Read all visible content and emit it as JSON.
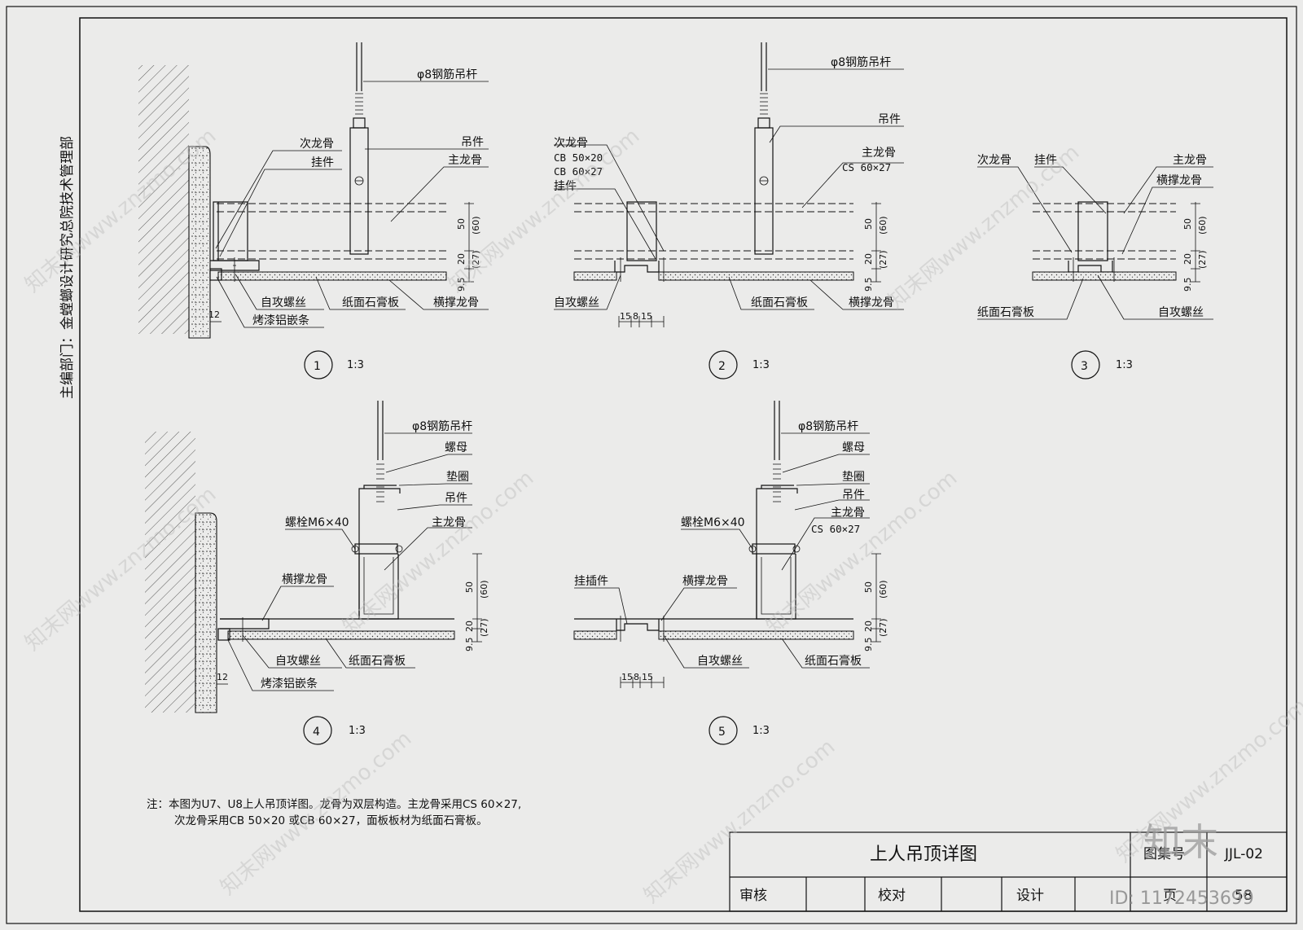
{
  "department": "主编部门：金螳螂设计研究总院技术管理部",
  "labels": {
    "rod": "φ8钢筋吊杆",
    "hanger": "吊件",
    "main_keel": "主龙骨",
    "sub_keel": "次龙骨",
    "clip": "挂件",
    "cross_keel": "横撑龙骨",
    "screw": "自攻螺丝",
    "gypsum": "纸面石膏板",
    "trim": "烤漆铝嵌条",
    "sub_spec1": "CB 50×20",
    "sub_spec2": "CB 60×27",
    "main_spec": "CS 60×27",
    "nut": "螺母",
    "washer": "垫圈",
    "bolt": "螺栓M6×40",
    "insert": "挂插件"
  },
  "dims": {
    "d50": "50",
    "d60": "(60)",
    "d20": "20",
    "d27": "(27)",
    "d95": "9.5",
    "d12": "12",
    "d15": "15",
    "d8": "8"
  },
  "details": [
    {
      "num": "1",
      "scale": "1:3"
    },
    {
      "num": "2",
      "scale": "1:3"
    },
    {
      "num": "3",
      "scale": "1:3"
    },
    {
      "num": "4",
      "scale": "1:3"
    },
    {
      "num": "5",
      "scale": "1:3"
    }
  ],
  "notes": {
    "line1": "注：本图为U7、U8上人吊顶详图。龙骨为双层构造。主龙骨采用CS 60×27,",
    "line2": "次龙骨采用CB 50×20 或CB 60×27，面板板材为纸面石膏板。"
  },
  "title_block": {
    "title": "上人吊顶详图",
    "atlas_label": "图集号",
    "atlas_no": "JJL-02",
    "review": "审核",
    "check": "校对",
    "design": "设计",
    "page_label": "页",
    "page_no": "58"
  },
  "watermarks": {
    "site": "知末网www.znzmo.com",
    "logo": "知末",
    "id": "ID: 1172453699"
  }
}
